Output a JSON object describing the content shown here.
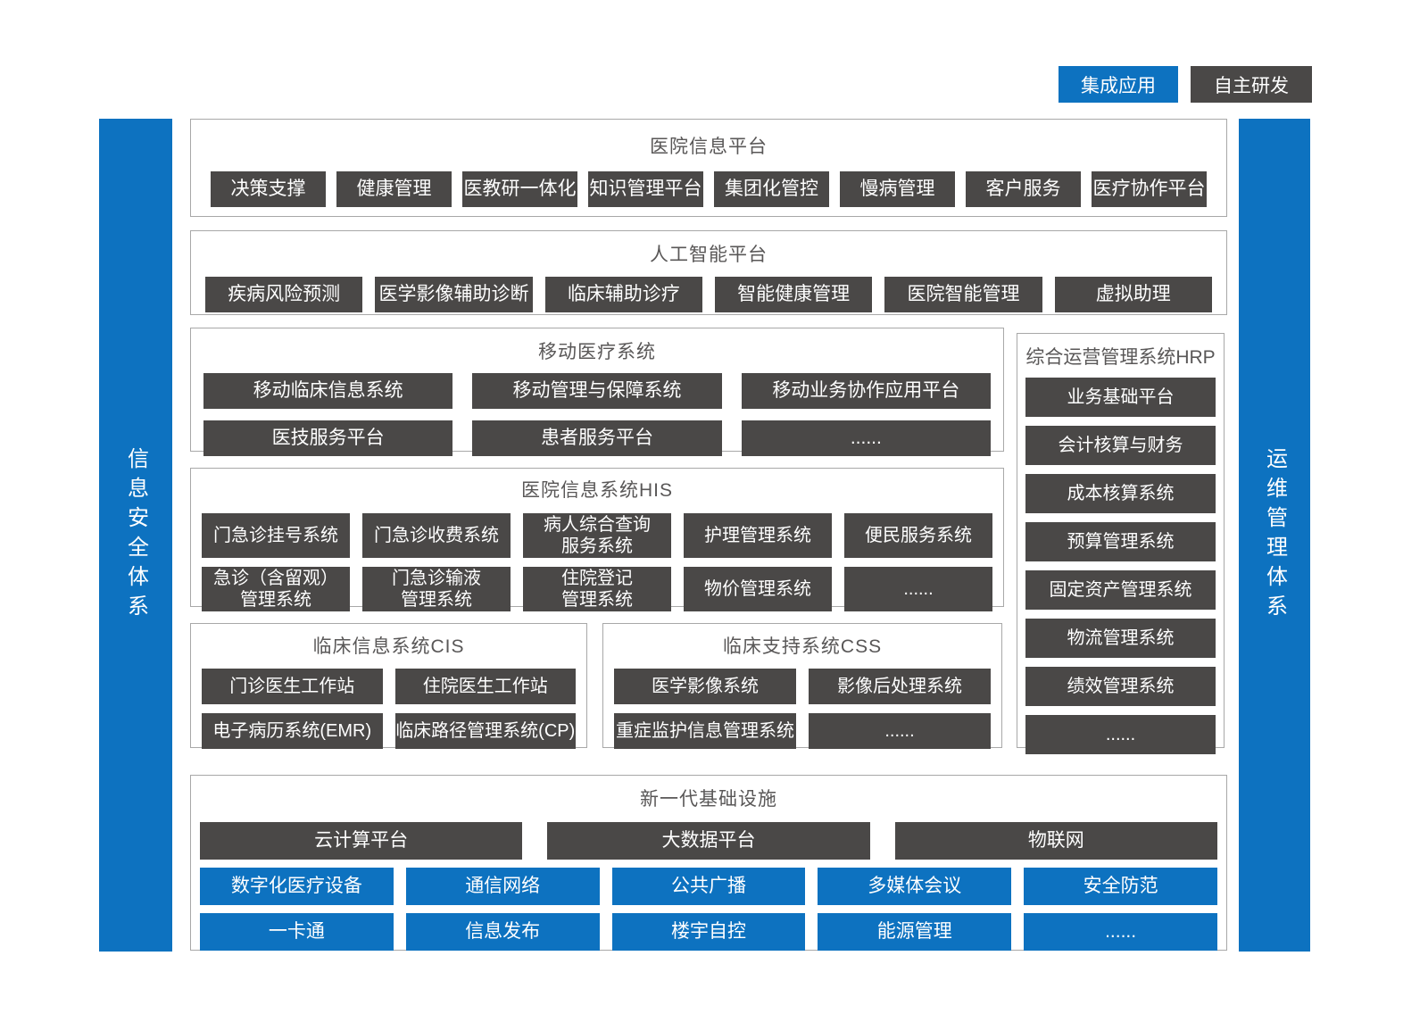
{
  "colors": {
    "blue": "#0d72c0",
    "dark": "#4a4847",
    "border": "#a8a8a8",
    "title": "#595757"
  },
  "legend": {
    "integrated": "集成应用",
    "self_developed": "自主研发"
  },
  "sidebars": {
    "left": "信息安全体系",
    "right": "运维管理体系"
  },
  "sections": {
    "hospital_info_platform": {
      "title": "医院信息平台",
      "items": [
        "决策支撑",
        "健康管理",
        "医教研一体化",
        "知识管理平台",
        "集团化管控",
        "慢病管理",
        "客户服务",
        "医疗协作平台"
      ]
    },
    "ai_platform": {
      "title": "人工智能平台",
      "items": [
        "疾病风险预测",
        "医学影像辅助诊断",
        "临床辅助诊疗",
        "智能健康管理",
        "医院智能管理",
        "虚拟助理"
      ]
    },
    "mobile_medical": {
      "title": "移动医疗系统",
      "rows": [
        [
          "移动临床信息系统",
          "移动管理与保障系统",
          "移动业务协作应用平台"
        ],
        [
          "医技服务平台",
          "患者服务平台",
          "......"
        ]
      ]
    },
    "hrp": {
      "title": "综合运营管理系统HRP",
      "items": [
        "业务基础平台",
        "会计核算与财务",
        "成本核算系统",
        "预算管理系统",
        "固定资产管理系统",
        "物流管理系统",
        "绩效管理系统",
        "......"
      ]
    },
    "his": {
      "title": "医院信息系统HIS",
      "rows": [
        [
          "门急诊挂号系统",
          "门急诊收费系统",
          "病人综合查询\n服务系统",
          "护理管理系统",
          "便民服务系统"
        ],
        [
          "急诊（含留观）\n管理系统",
          "门急诊输液\n管理系统",
          "住院登记\n管理系统",
          "物价管理系统",
          "......"
        ]
      ]
    },
    "cis": {
      "title": "临床信息系统CIS",
      "rows": [
        [
          "门诊医生工作站",
          "住院医生工作站"
        ],
        [
          "电子病历系统(EMR)",
          "临床路径管理系统(CP)"
        ]
      ]
    },
    "css": {
      "title": "临床支持系统CSS",
      "rows": [
        [
          "医学影像系统",
          "影像后处理系统"
        ],
        [
          "重症监护信息管理系统",
          "......"
        ]
      ]
    },
    "infrastructure": {
      "title": "新一代基础设施",
      "dark_row": [
        "云计算平台",
        "大数据平台",
        "物联网"
      ],
      "blue_rows": [
        [
          "数字化医疗设备",
          "通信网络",
          "公共广播",
          "多媒体会议",
          "安全防范"
        ],
        [
          "一卡通",
          "信息发布",
          "楼宇自控",
          "能源管理",
          "......"
        ]
      ]
    }
  }
}
